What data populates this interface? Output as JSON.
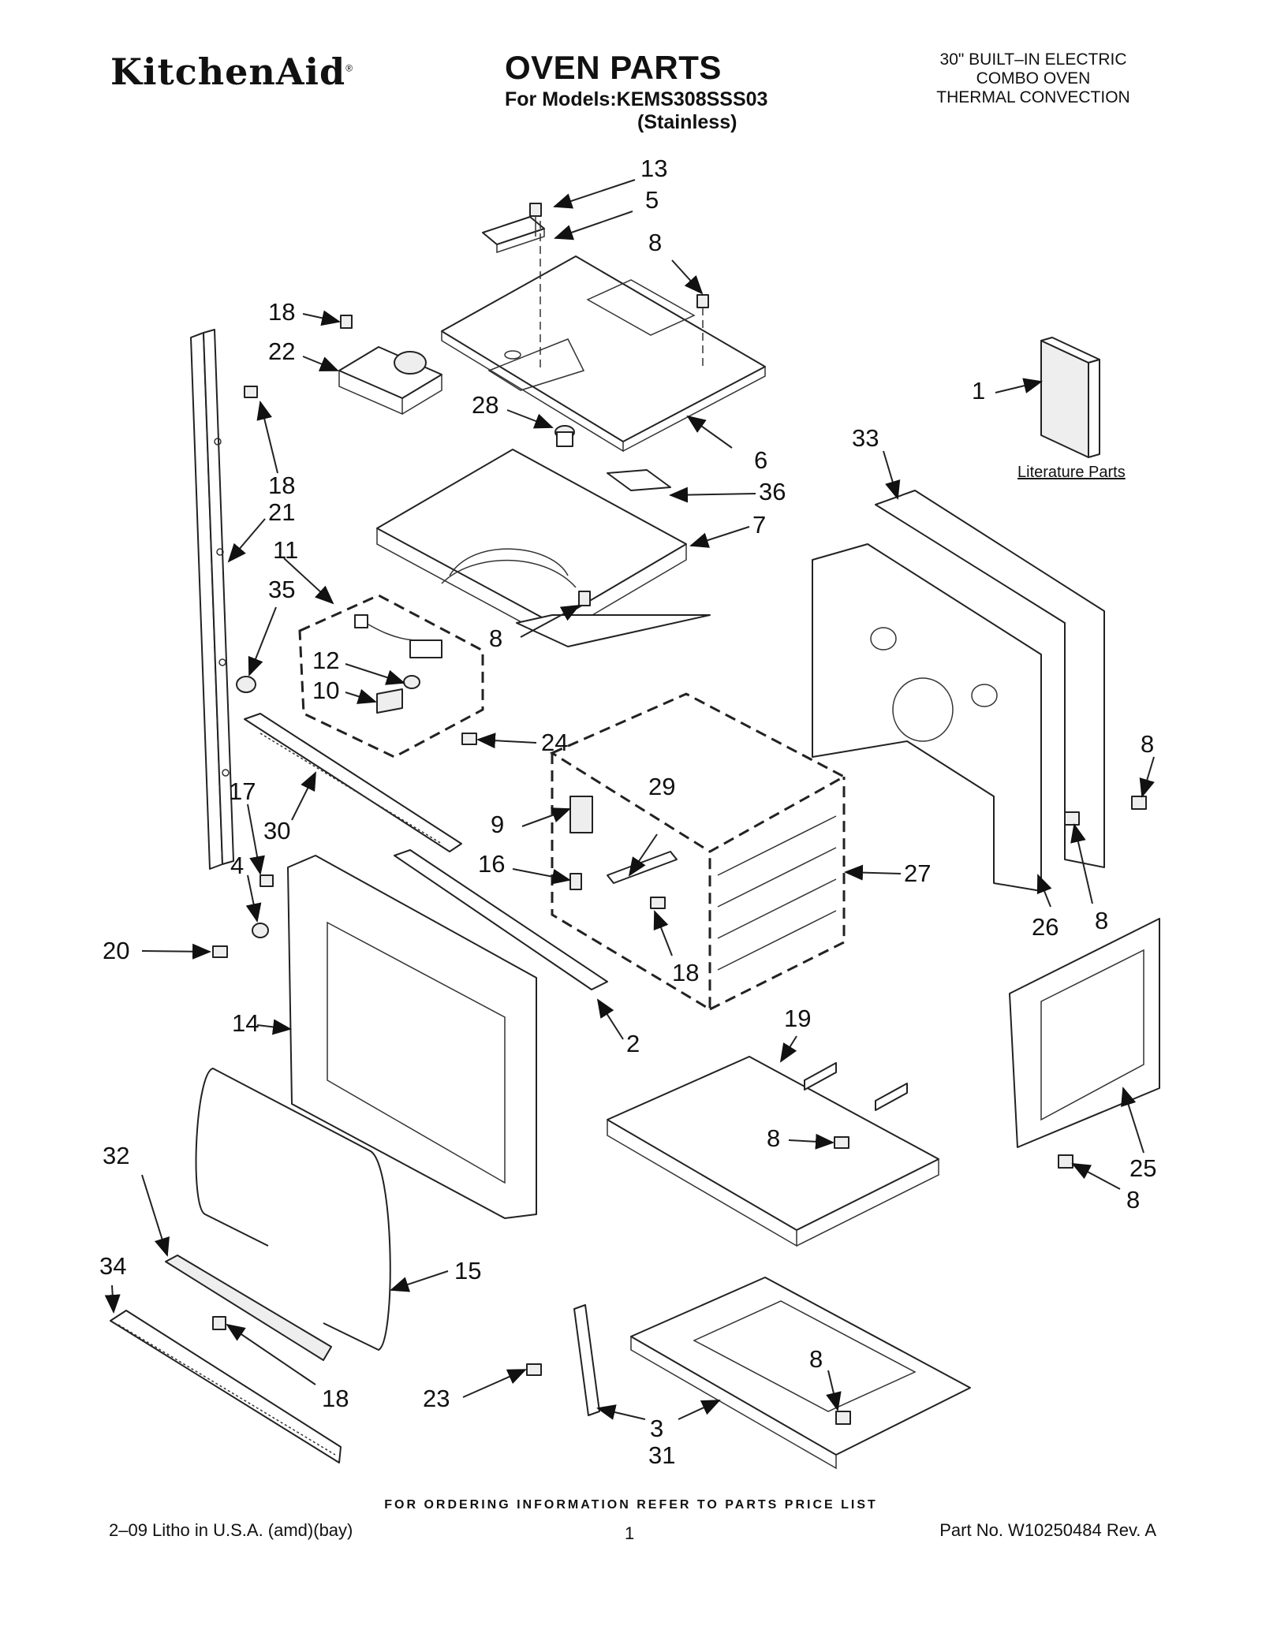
{
  "header": {
    "brand": "KitchenAid",
    "brand_mark": "®",
    "title": "OVEN PARTS",
    "models": "For Models:KEMS308SSS03",
    "variant": "(Stainless)",
    "product_lines": [
      "30\" BUILT–IN ELECTRIC",
      "COMBO OVEN",
      "THERMAL CONVECTION"
    ]
  },
  "literature_label": "Literature Parts",
  "callouts": [
    "13",
    "5",
    "8",
    "18",
    "22",
    "1",
    "28",
    "6",
    "33",
    "18",
    "36",
    "21",
    "7",
    "11",
    "35",
    "8",
    "12",
    "10",
    "24",
    "8",
    "17",
    "30",
    "9",
    "29",
    "4",
    "16",
    "27",
    "20",
    "26",
    "8",
    "18",
    "14",
    "2",
    "19",
    "8",
    "25",
    "32",
    "8",
    "34",
    "15",
    "18",
    "23",
    "8",
    "3",
    "31"
  ],
  "footer": {
    "ordering": "FOR ORDERING INFORMATION REFER TO PARTS PRICE LIST",
    "litho": "2–09 Litho in U.S.A. (amd)(bay)",
    "page": "1",
    "part_no": "Part No. W10250484 Rev. A"
  }
}
